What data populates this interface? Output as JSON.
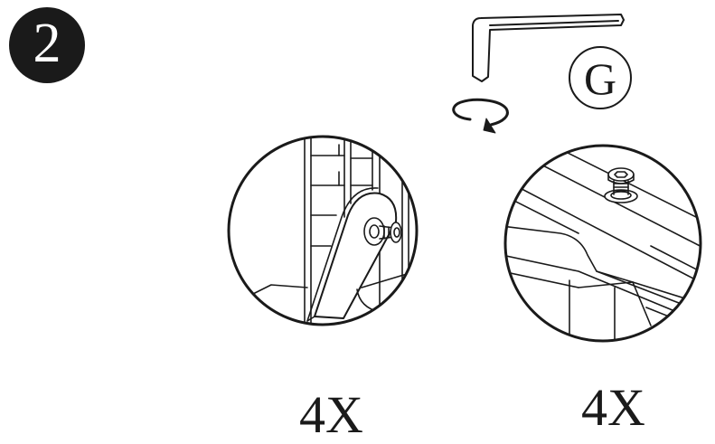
{
  "step": {
    "number": "2"
  },
  "tool": {
    "icon": "allen-key-icon",
    "part_letter": "G",
    "action_icon": "rotate-clockwise-icon"
  },
  "details": {
    "left": {
      "quantity": "4X",
      "icon": "hinge-bolt-detail"
    },
    "right": {
      "quantity": "4X",
      "icon": "bolt-rail-detail"
    }
  },
  "colors": {
    "ink": "#1a1a1a",
    "paper": "#ffffff"
  }
}
